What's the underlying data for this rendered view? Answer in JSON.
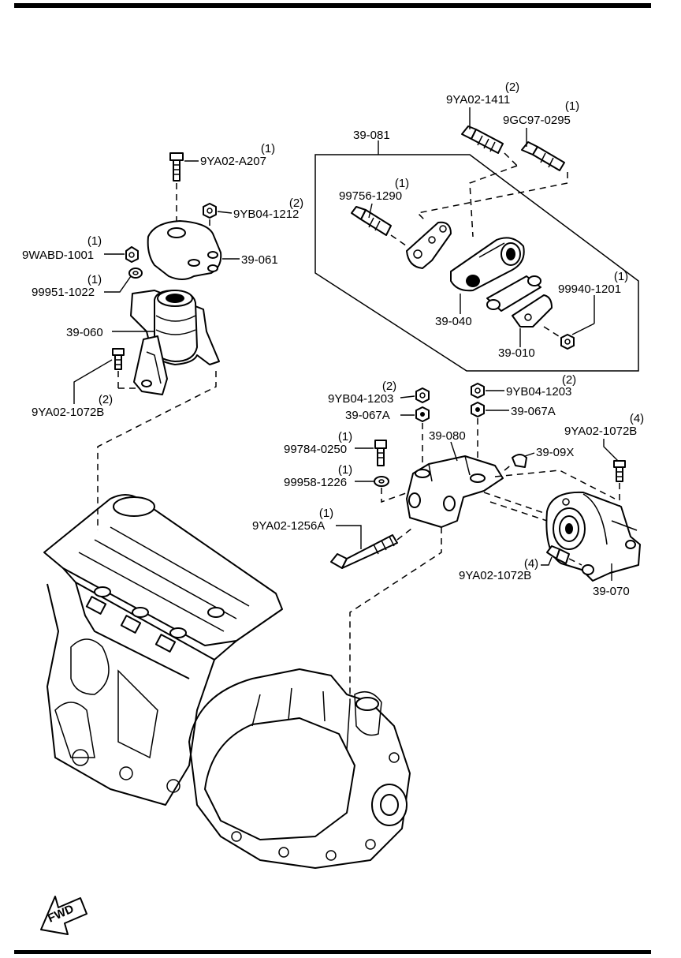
{
  "diagram": {
    "fwd_label": "FWD",
    "labels": [
      {
        "key": "l1",
        "part": "9YA02-A207",
        "qty": "(1)"
      },
      {
        "key": "l2",
        "part": "9YB04-1212",
        "qty": "(2)"
      },
      {
        "key": "l3",
        "part": "39-061",
        "qty": ""
      },
      {
        "key": "l4",
        "part": "9WABD-1001",
        "qty": "(1)"
      },
      {
        "key": "l5",
        "part": "99951-1022",
        "qty": "(1)"
      },
      {
        "key": "l6",
        "part": "39-060",
        "qty": ""
      },
      {
        "key": "l7",
        "part": "9YA02-1072B",
        "qty": "(2)"
      },
      {
        "key": "l8",
        "part": "39-081",
        "qty": ""
      },
      {
        "key": "l9",
        "part": "9YA02-1411",
        "qty": "(2)"
      },
      {
        "key": "l10",
        "part": "9GC97-0295",
        "qty": "(1)"
      },
      {
        "key": "l11",
        "part": "99756-1290",
        "qty": "(1)"
      },
      {
        "key": "l12",
        "part": "99940-1201",
        "qty": "(1)"
      },
      {
        "key": "l13",
        "part": "39-040",
        "qty": ""
      },
      {
        "key": "l14",
        "part": "39-010",
        "qty": ""
      },
      {
        "key": "l15",
        "part": "9YB04-1203",
        "qty": "(2)"
      },
      {
        "key": "l16",
        "part": "39-067A",
        "qty": ""
      },
      {
        "key": "l17",
        "part": "9YB04-1203",
        "qty": "(2)"
      },
      {
        "key": "l18",
        "part": "39-067A",
        "qty": ""
      },
      {
        "key": "l19",
        "part": "39-080",
        "qty": ""
      },
      {
        "key": "l20",
        "part": "9YA02-1072B",
        "qty": "(4)"
      },
      {
        "key": "l21",
        "part": "99784-0250",
        "qty": "(1)"
      },
      {
        "key": "l22",
        "part": "39-09X",
        "qty": ""
      },
      {
        "key": "l23",
        "part": "99958-1226",
        "qty": "(1)"
      },
      {
        "key": "l24",
        "part": "9YA02-1256A",
        "qty": "(1)"
      },
      {
        "key": "l25",
        "part": "9YA02-1072B",
        "qty": "(4)"
      },
      {
        "key": "l26",
        "part": "39-070",
        "qty": ""
      }
    ]
  }
}
